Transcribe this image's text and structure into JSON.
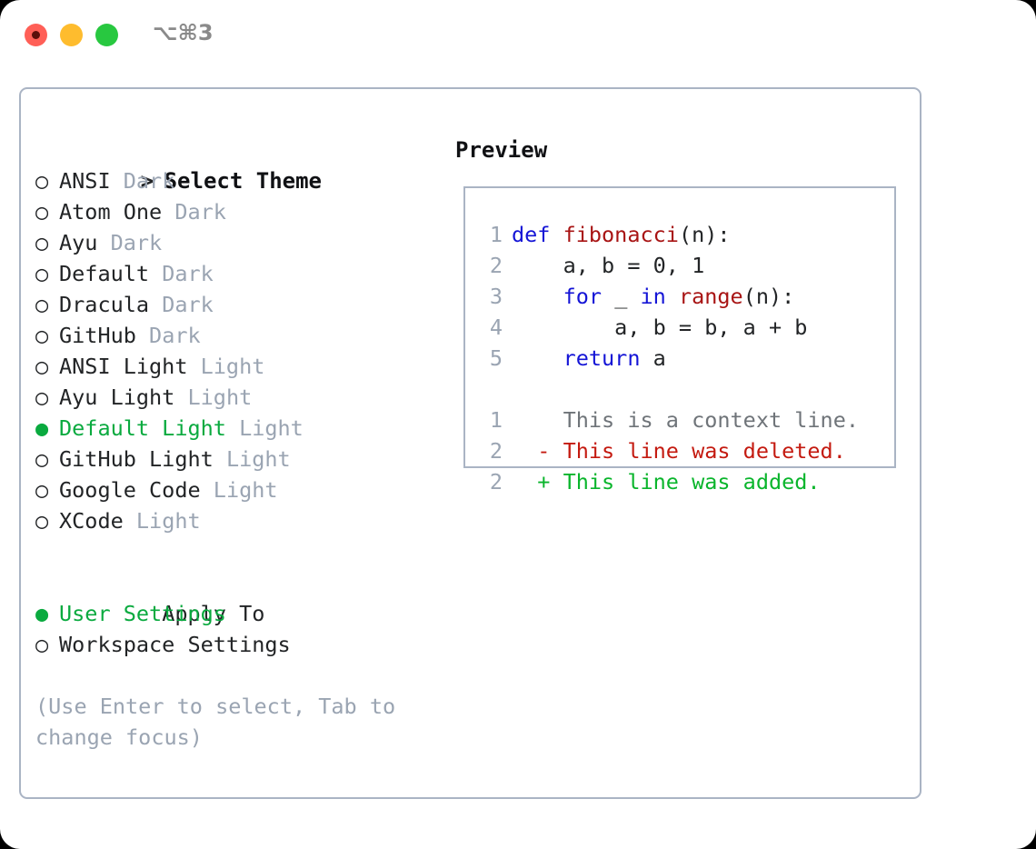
{
  "titlebar": {
    "shortcut": "⌥⌘3",
    "buttons": [
      {
        "name": "close",
        "color": "#ff5f57"
      },
      {
        "name": "minimize",
        "color": "#febc2e"
      },
      {
        "name": "zoom",
        "color": "#28c840"
      }
    ]
  },
  "theme_panel": {
    "header": {
      "marker": ">",
      "label": "Select Theme"
    },
    "items": [
      {
        "marker": "○",
        "label": "ANSI",
        "variant": "Dark",
        "selected": false
      },
      {
        "marker": "○",
        "label": "Atom One",
        "variant": "Dark",
        "selected": false
      },
      {
        "marker": "○",
        "label": "Ayu",
        "variant": "Dark",
        "selected": false
      },
      {
        "marker": "○",
        "label": "Default",
        "variant": "Dark",
        "selected": false
      },
      {
        "marker": "○",
        "label": "Dracula",
        "variant": "Dark",
        "selected": false
      },
      {
        "marker": "○",
        "label": "GitHub",
        "variant": "Dark",
        "selected": false
      },
      {
        "marker": "○",
        "label": "ANSI Light",
        "variant": "Light",
        "selected": false
      },
      {
        "marker": "○",
        "label": "Ayu Light",
        "variant": "Light",
        "selected": false
      },
      {
        "marker": "●",
        "label": "Default Light",
        "variant": "Light",
        "selected": true
      },
      {
        "marker": "○",
        "label": "GitHub Light",
        "variant": "Light",
        "selected": false
      },
      {
        "marker": "○",
        "label": "Google Code",
        "variant": "Light",
        "selected": false
      },
      {
        "marker": "○",
        "label": "XCode",
        "variant": "Light",
        "selected": false
      }
    ]
  },
  "apply_to": {
    "header": {
      "marker": " ",
      "label": "Apply To"
    },
    "items": [
      {
        "marker": "●",
        "label": "User Settings",
        "selected": true
      },
      {
        "marker": "○",
        "label": "Workspace Settings",
        "selected": false
      }
    ]
  },
  "hint": "(Use Enter to select, Tab to change focus)",
  "preview": {
    "title": "Preview",
    "code_lines": [
      {
        "number": "1",
        "tokens": [
          {
            "t": "def ",
            "c": "kw"
          },
          {
            "t": "fibonacci",
            "c": "fn"
          },
          {
            "t": "(n):",
            "c": "tok"
          }
        ]
      },
      {
        "number": "2",
        "tokens": [
          {
            "t": "    a, b = 0, 1",
            "c": "tok"
          }
        ]
      },
      {
        "number": "3",
        "tokens": [
          {
            "t": "    ",
            "c": "tok"
          },
          {
            "t": "for",
            "c": "kw"
          },
          {
            "t": " _ ",
            "c": "tok"
          },
          {
            "t": "in",
            "c": "kw"
          },
          {
            "t": " ",
            "c": "tok"
          },
          {
            "t": "range",
            "c": "fn"
          },
          {
            "t": "(n):",
            "c": "tok"
          }
        ]
      },
      {
        "number": "4",
        "tokens": [
          {
            "t": "        a, b = b, a + b",
            "c": "tok"
          }
        ]
      },
      {
        "number": "5",
        "tokens": [
          {
            "t": "    ",
            "c": "tok"
          },
          {
            "t": "return",
            "c": "kw"
          },
          {
            "t": " a",
            "c": "tok"
          }
        ]
      }
    ],
    "diff_lines": [
      {
        "number": "1",
        "sign": " ",
        "text": "This is a context line.",
        "kind": "ctx"
      },
      {
        "number": "2",
        "sign": "-",
        "text": "This line was deleted.",
        "kind": "del"
      },
      {
        "number": "2",
        "sign": "+",
        "text": "This line was added.",
        "kind": "add"
      }
    ]
  },
  "colors": {
    "accent_green": "#0aaa3f",
    "dim_gray": "#9aa4b2",
    "border": "#aab4c4",
    "keyword_blue": "#1414d6",
    "function_red": "#a81414",
    "diff_add": "#0ab52c",
    "diff_del": "#c41a10"
  }
}
